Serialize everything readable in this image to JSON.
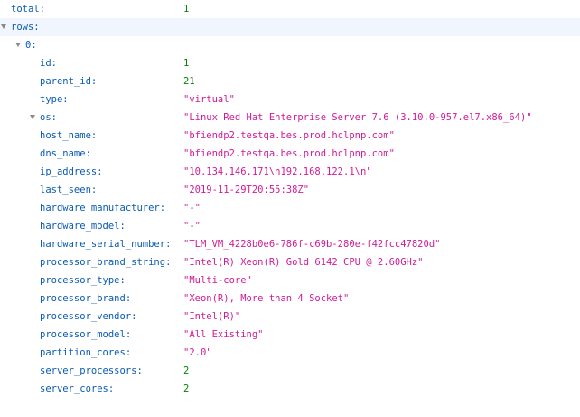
{
  "total": {
    "key": "total:",
    "value": "1"
  },
  "rows": {
    "key": "rows:",
    "item0": {
      "key": "0:",
      "fields": {
        "id": {
          "key": "id:",
          "value": "1"
        },
        "parent_id": {
          "key": "parent_id:",
          "value": "21"
        },
        "type": {
          "key": "type:",
          "value": "\"virtual\""
        },
        "os": {
          "key": "os:",
          "value": "\"Linux Red Hat Enterprise Server 7.6 (3.10.0-957.el7.x86_64)\""
        },
        "host_name": {
          "key": "host_name:",
          "value": "\"bfiendp2.testqa.bes.prod.hclpnp.com\""
        },
        "dns_name": {
          "key": "dns_name:",
          "value": "\"bfiendp2.testqa.bes.prod.hclpnp.com\""
        },
        "ip_address": {
          "key": "ip_address:",
          "value": "\"10.134.146.171\\n192.168.122.1\\n\""
        },
        "last_seen": {
          "key": "last_seen:",
          "value": "\"2019-11-29T20:55:38Z\""
        },
        "hardware_manufacturer": {
          "key": "hardware_manufacturer:",
          "value": "\"-\""
        },
        "hardware_model": {
          "key": "hardware_model:",
          "value": "\"-\""
        },
        "hardware_serial_number": {
          "key": "hardware_serial_number:",
          "value": "\"TLM_VM_4228b0e6-786f-c69b-280e-f42fcc47820d\""
        },
        "processor_brand_string": {
          "key": "processor_brand_string:",
          "value": "\"Intel(R) Xeon(R) Gold 6142 CPU @ 2.60GHz\""
        },
        "processor_type": {
          "key": "processor_type:",
          "value": "\"Multi-core\""
        },
        "processor_brand": {
          "key": "processor_brand:",
          "value": "\"Xeon(R), More than 4 Socket\""
        },
        "processor_vendor": {
          "key": "processor_vendor:",
          "value": "\"Intel(R)\""
        },
        "processor_model": {
          "key": "processor_model:",
          "value": "\"All Existing\""
        },
        "partition_cores": {
          "key": "partition_cores:",
          "value": "\"2.0\""
        },
        "server_processors": {
          "key": "server_processors:",
          "value": "2"
        },
        "server_cores": {
          "key": "server_cores:",
          "value": "2"
        }
      }
    }
  },
  "colors": {
    "key": "#0a5bb3",
    "number": "#058205",
    "string": "#d11b96",
    "highlight_row": "#f1f5fd",
    "twisty": "#8a8a8a"
  },
  "icons": {
    "expand_toggle": "chevron-down-icon"
  }
}
